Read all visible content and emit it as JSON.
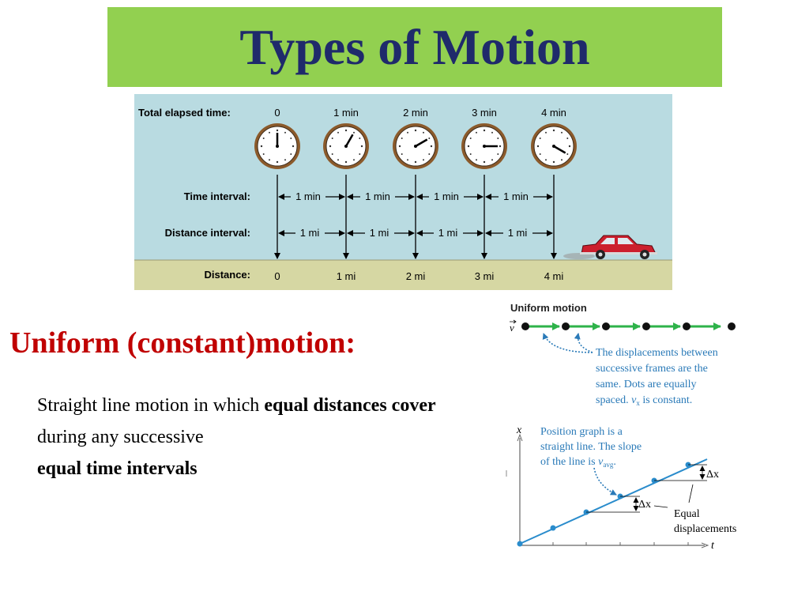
{
  "slide": {
    "title": "Types of Motion"
  },
  "motion_figure": {
    "labels": {
      "total_elapsed_time": "Total elapsed time:",
      "time_interval": "Time interval:",
      "distance_interval": "Distance interval:",
      "distance": "Distance:"
    },
    "times": [
      "0",
      "1 min",
      "2 min",
      "3 min",
      "4 min"
    ],
    "time_intervals": [
      "1 min",
      "1 min",
      "1 min",
      "1 min"
    ],
    "distance_intervals": [
      "1 mi",
      "1 mi",
      "1 mi",
      "1 mi"
    ],
    "distances": [
      "0",
      "1 mi",
      "2 mi",
      "3 mi",
      "4 mi"
    ],
    "colors": {
      "background": "#b9dbe1",
      "ground": "#d6d7a3",
      "car": "#cc1f2d"
    },
    "icons": [
      "clock-icon",
      "car-icon"
    ]
  },
  "uniform": {
    "heading": "Uniform (constant)motion:",
    "desc_1": "Straight line motion in which ",
    "desc_b1": "equal distances cover",
    "desc_2": " during any successive ",
    "desc_b2": "equal time intervals"
  },
  "uniform_figure": {
    "title": "Uniform motion",
    "v_symbol": "v",
    "dots_note_1": "The displacements between",
    "dots_note_2": "successive frames are the",
    "dots_note_3": "same. Dots are equally",
    "dots_note_4a": "spaced. ",
    "dots_note_4b": "v",
    "dots_note_4c": "x",
    "dots_note_4d": " is constant.",
    "graph_note_1": "Position graph is a",
    "graph_note_2": "straight line. The slope",
    "graph_note_3a": "of the line is ",
    "graph_note_3b": "v",
    "graph_note_3c": "avg",
    "graph_note_3d": ".",
    "x_axis": "t",
    "y_axis": "x",
    "delta_x": "Δx",
    "equal_1": "Equal",
    "equal_2": "displacements",
    "colors": {
      "arrow": "#2eb34a",
      "line": "#2a8ccc",
      "note": "#2a7ab8"
    }
  }
}
